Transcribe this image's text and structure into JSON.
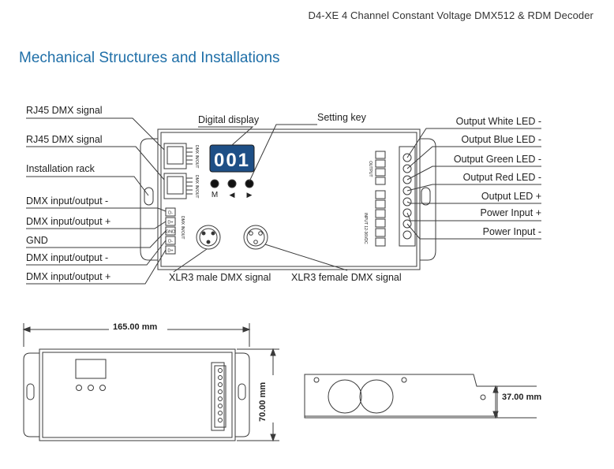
{
  "header": {
    "title": "D4-XE   4 Channel Constant Voltage DMX512 & RDM Decoder"
  },
  "section": {
    "title": "Mechanical Structures and Installations"
  },
  "callouts": {
    "rj45_top": "RJ45 DMX signal",
    "rj45_bottom": "RJ45 DMX signal",
    "installation_rack": "Installation rack",
    "dmx_io_minus_1": "DMX input/output -",
    "dmx_io_plus_1": "DMX input/output +",
    "gnd": "GND",
    "dmx_io_minus_2": "DMX input/output -",
    "dmx_io_plus_2": "DMX input/output +",
    "digital_display": "Digital display",
    "setting_key": "Setting key",
    "xlr3_male": "XLR3 male DMX signal",
    "xlr3_female": "XLR3 female DMX signal",
    "out_white": "Output White LED -",
    "out_blue": "Output Blue LED -",
    "out_green": "Output Green LED -",
    "out_red": "Output Red LED -",
    "out_led_plus": "Output LED +",
    "power_plus": "Power Input +",
    "power_minus": "Power Input -"
  },
  "device": {
    "display_value": "001",
    "key_labels": [
      "M",
      "◀",
      "▶"
    ],
    "terminal_labels": [
      "D-",
      "D+",
      "GND",
      "D-",
      "D+"
    ],
    "output_label": "OUTPUT",
    "input_label": "INPUT 12-36VDC",
    "rj45_label_1": "DMX IN/OUT",
    "rj45_label_2": "DMX IN/OUT",
    "dmx_io_label": "DMX IN/OUT"
  },
  "dimensions": {
    "width": "165.00 mm",
    "height": "70.00 mm",
    "side_height": "37.00 mm"
  },
  "colors": {
    "title_blue": "#1f6fa8",
    "display_bg": "#1e4f86",
    "display_text": "#ffffff",
    "line": "#3a3a3a"
  }
}
